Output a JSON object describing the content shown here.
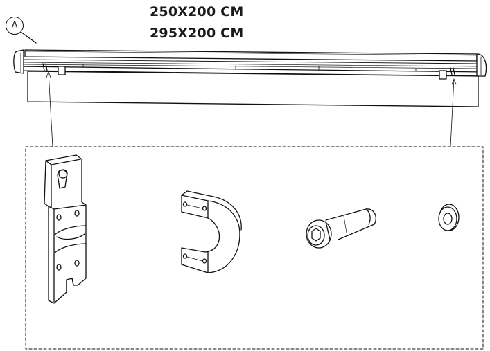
{
  "callout_label": "A",
  "size_labels": [
    "250X200 CM",
    "295X200 CM"
  ]
}
